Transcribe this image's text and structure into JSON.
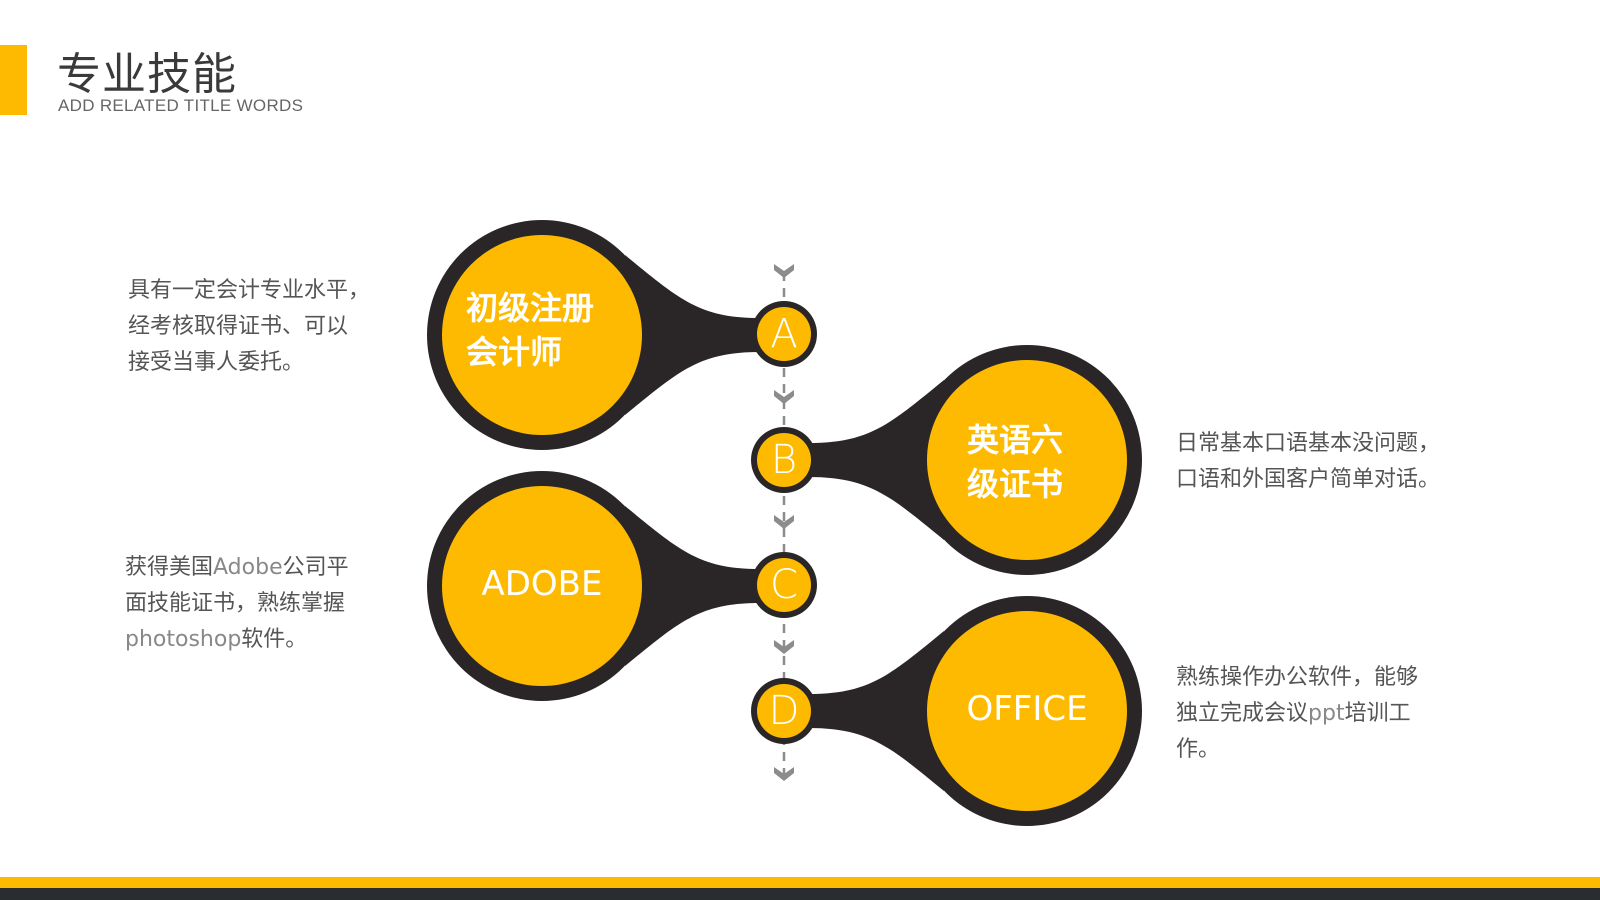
{
  "header": {
    "title": "专业技能",
    "subtitle": "ADD RELATED TITLE WORDS"
  },
  "colors": {
    "accent": "#FDBA00",
    "dark": "#2A2627",
    "text": "#555555",
    "connector": "#8C8C8C"
  },
  "items": [
    {
      "letter": "A",
      "label_line1": "初级注册",
      "label_line2": "会计师",
      "desc": [
        "具有一定会计专业水平，",
        "经考核取得证书、可以",
        "接受当事人委托。"
      ]
    },
    {
      "letter": "B",
      "label_line1": "英语六",
      "label_line2": "级证书",
      "desc": [
        "日常基本口语基本没问题，",
        "口语和外国客户简单对话。"
      ]
    },
    {
      "letter": "C",
      "label": "ADOBE",
      "desc_parts": [
        "获得美国",
        "Adobe",
        "公司平",
        "面技能证书，熟练掌握",
        "photoshop",
        "软件。"
      ]
    },
    {
      "letter": "D",
      "label": "OFFICE",
      "desc_parts": [
        "熟练操作办公软件，能够",
        "独立完成会议",
        "ppt",
        "培训工",
        "作。"
      ]
    }
  ]
}
